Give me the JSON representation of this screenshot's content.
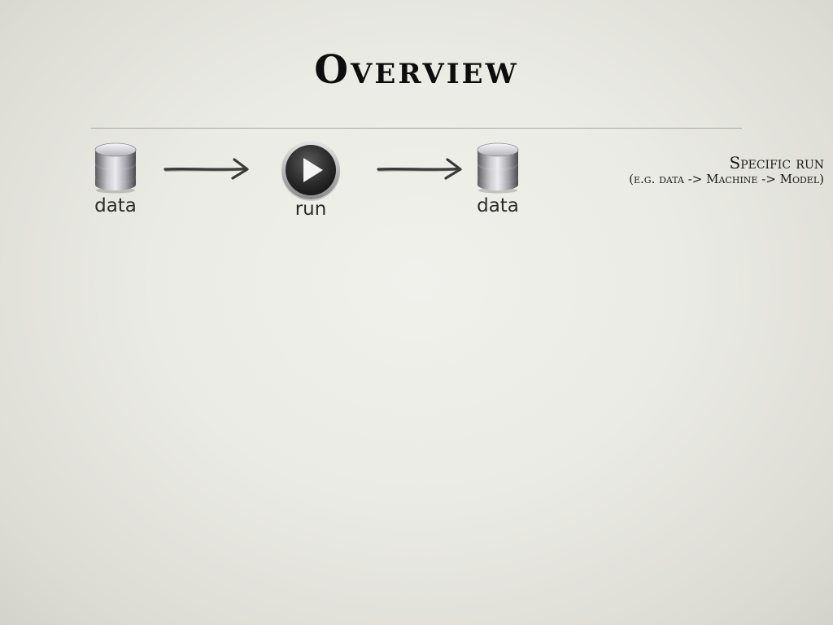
{
  "slide": {
    "title": "Overview"
  },
  "flow": {
    "nodes": [
      {
        "label": "data",
        "icon": "database-icon"
      },
      {
        "label": "run",
        "icon": "play-icon"
      },
      {
        "label": "data",
        "icon": "database-icon"
      }
    ]
  },
  "note": {
    "title": "Specific run",
    "subtitle": "(e.g. data -> Machine -> Model)"
  }
}
